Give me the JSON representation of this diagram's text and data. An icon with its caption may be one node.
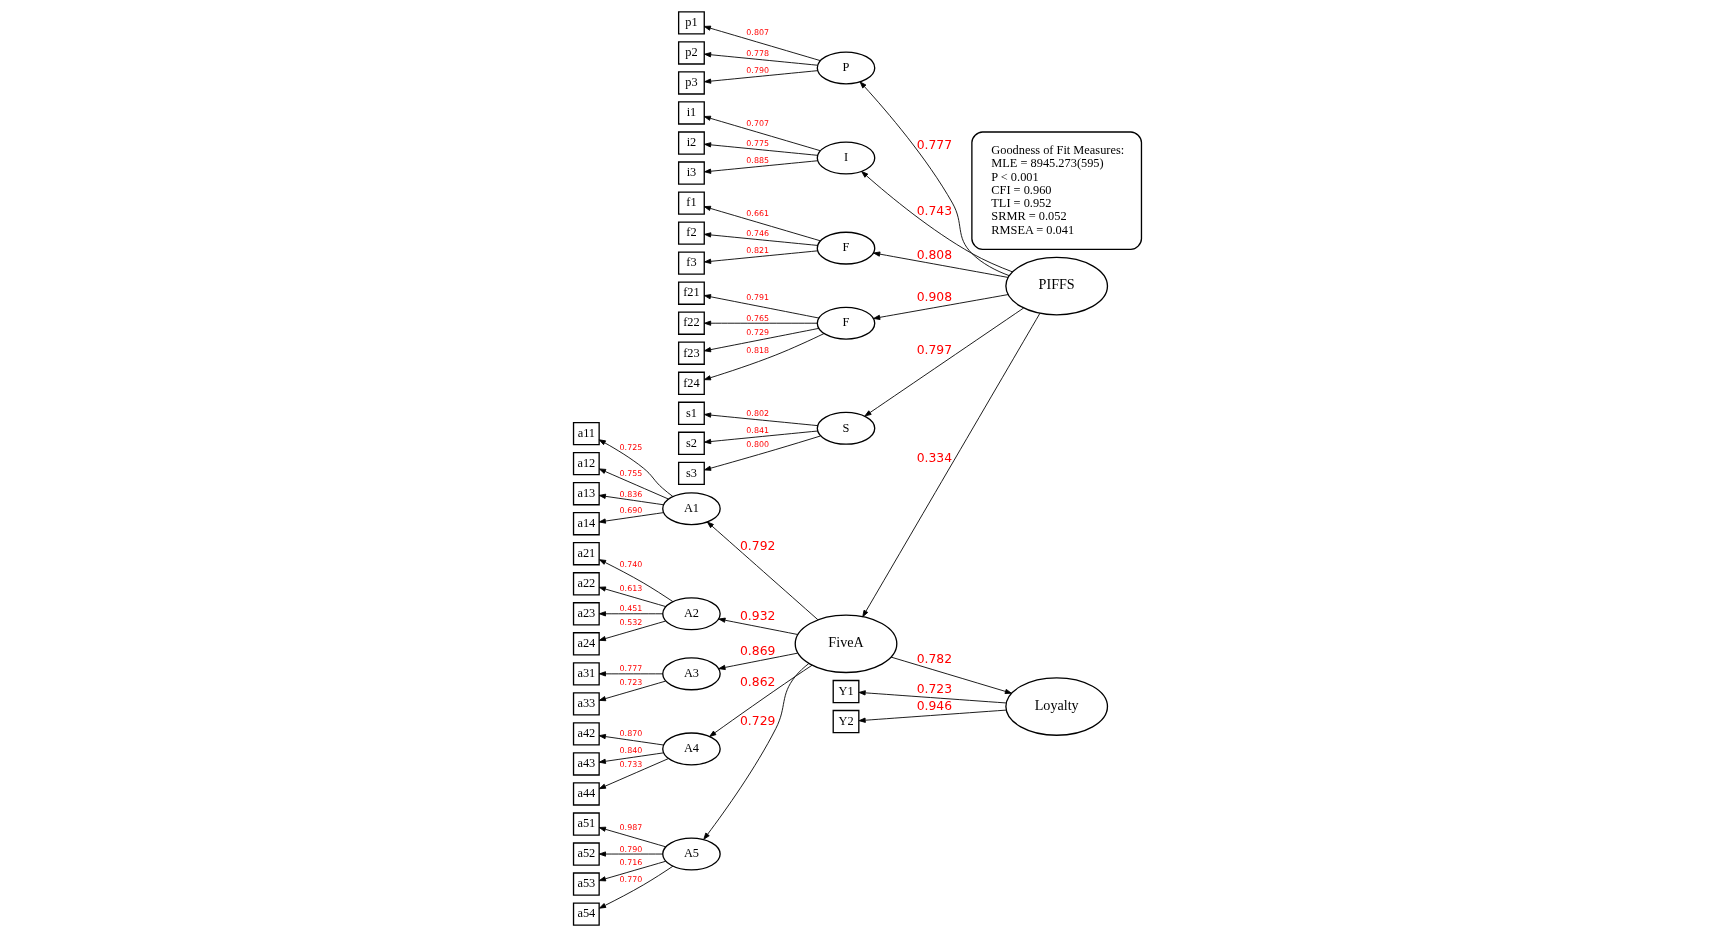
{
  "diagram": {
    "nodes": [
      {
        "text": [
          "p1"
        ]
      },
      {
        "text": [
          "p2"
        ]
      },
      {
        "text": [
          "p3"
        ]
      },
      {
        "text": [
          "i1"
        ]
      },
      {
        "text": [
          "i2"
        ]
      },
      {
        "text": [
          "i3"
        ]
      },
      {
        "text": [
          "f1"
        ]
      },
      {
        "text": [
          "f2"
        ]
      },
      {
        "text": [
          "f3"
        ]
      },
      {
        "text": [
          "f21"
        ]
      },
      {
        "text": [
          "f22"
        ]
      },
      {
        "text": [
          "f23"
        ]
      },
      {
        "text": [
          "f24"
        ]
      },
      {
        "text": [
          "s1"
        ]
      },
      {
        "text": [
          "s2"
        ]
      },
      {
        "text": [
          "s3"
        ]
      },
      {
        "text": [
          "P"
        ]
      },
      {
        "text": [
          "I"
        ]
      },
      {
        "text": [
          "F"
        ]
      },
      {
        "text": [
          "F"
        ]
      },
      {
        "text": [
          "S"
        ]
      },
      {
        "text": [
          "Goodness of Fit Measures:",
          "MLE = 8945.273(595)",
          "P < 0.001",
          "CFI = 0.960",
          "TLI = 0.952",
          "SRMR = 0.052",
          "RMSEA = 0.041"
        ]
      },
      {
        "text": [
          "a11"
        ]
      },
      {
        "text": [
          "a12"
        ]
      },
      {
        "text": [
          "a13"
        ]
      },
      {
        "text": [
          "a14"
        ]
      },
      {
        "text": [
          "A1"
        ]
      },
      {
        "text": [
          "a21"
        ]
      },
      {
        "text": [
          "a22"
        ]
      },
      {
        "text": [
          "a23"
        ]
      },
      {
        "text": [
          "a24"
        ]
      },
      {
        "text": [
          "A2"
        ]
      },
      {
        "text": [
          "a31"
        ]
      },
      {
        "text": [
          "a33"
        ]
      },
      {
        "text": [
          "A3"
        ]
      },
      {
        "text": [
          "PIFFS"
        ]
      },
      {
        "text": [
          "Y1"
        ]
      },
      {
        "text": [
          "FiveA"
        ]
      },
      {
        "text": [
          "Loyalty"
        ]
      },
      {
        "text": [
          "a42"
        ]
      },
      {
        "text": [
          "a43"
        ]
      },
      {
        "text": [
          "a44"
        ]
      },
      {
        "text": [
          "A4"
        ]
      },
      {
        "text": [
          "Y2"
        ]
      },
      {
        "text": [
          "a51"
        ]
      },
      {
        "text": [
          "a52"
        ]
      },
      {
        "text": [
          "a53"
        ]
      },
      {
        "text": [
          "a54"
        ]
      },
      {
        "text": [
          "A5"
        ]
      }
    ],
    "edges": [
      {
        "from": 16,
        "to": 0,
        "arrow": "to",
        "label": "0.807"
      },
      {
        "from": 16,
        "to": 1,
        "arrow": "to",
        "label": "0.778"
      },
      {
        "from": 16,
        "to": 2,
        "arrow": "to",
        "label": "0.790"
      },
      {
        "from": 17,
        "to": 3,
        "arrow": "to",
        "label": "0.707"
      },
      {
        "from": 17,
        "to": 4,
        "arrow": "to",
        "label": "0.775"
      },
      {
        "from": 17,
        "to": 5,
        "arrow": "to",
        "label": "0.885"
      },
      {
        "from": 18,
        "to": 6,
        "arrow": "to",
        "label": "0.661"
      },
      {
        "from": 18,
        "to": 7,
        "arrow": "to",
        "label": "0.746"
      },
      {
        "from": 18,
        "to": 8,
        "arrow": "to",
        "label": "0.821"
      },
      {
        "from": 19,
        "to": 9,
        "arrow": "to",
        "label": "0.791"
      },
      {
        "from": 19,
        "to": 10,
        "arrow": "to",
        "label": "0.765"
      },
      {
        "from": 19,
        "to": 11,
        "arrow": "to",
        "label": "0.729"
      },
      {
        "from": 19,
        "to": 12,
        "arrow": "to",
        "label": "0.818"
      },
      {
        "from": 20,
        "to": 13,
        "arrow": "to",
        "label": "0.802"
      },
      {
        "from": 20,
        "to": 14,
        "arrow": "to",
        "label": "0.841"
      },
      {
        "from": 20,
        "to": 15,
        "arrow": "to",
        "label": "0.800"
      },
      {
        "from": 35,
        "to": 16,
        "arrow": "to",
        "label": "0.777"
      },
      {
        "from": 35,
        "to": 17,
        "arrow": "to",
        "label": "0.743"
      },
      {
        "from": 35,
        "to": 18,
        "arrow": "to",
        "label": "0.808"
      },
      {
        "from": 35,
        "to": 19,
        "arrow": "to",
        "label": "0.908"
      },
      {
        "from": 35,
        "to": 20,
        "arrow": "to",
        "label": "0.797"
      },
      {
        "from": 35,
        "to": 37,
        "arrow": "to",
        "label": "0.334"
      },
      {
        "from": 37,
        "to": 26,
        "arrow": "to",
        "label": "0.792"
      },
      {
        "from": 37,
        "to": 31,
        "arrow": "to",
        "label": "0.932"
      },
      {
        "from": 37,
        "to": 34,
        "arrow": "to",
        "label": "0.869"
      },
      {
        "from": 37,
        "to": 42,
        "arrow": "to",
        "label": "0.862"
      },
      {
        "from": 37,
        "to": 48,
        "arrow": "to",
        "label": "0.729"
      },
      {
        "from": 26,
        "to": 22,
        "arrow": "to",
        "label": "0.725"
      },
      {
        "from": 26,
        "to": 23,
        "arrow": "to",
        "label": "0.755"
      },
      {
        "from": 26,
        "to": 24,
        "arrow": "to",
        "label": "0.836"
      },
      {
        "from": 26,
        "to": 25,
        "arrow": "to",
        "label": "0.690"
      },
      {
        "from": 31,
        "to": 27,
        "arrow": "to",
        "label": "0.740"
      },
      {
        "from": 31,
        "to": 28,
        "arrow": "to",
        "label": "0.613"
      },
      {
        "from": 31,
        "to": 29,
        "arrow": "to",
        "label": "0.451"
      },
      {
        "from": 31,
        "to": 30,
        "arrow": "to",
        "label": "0.532"
      },
      {
        "from": 34,
        "to": 32,
        "arrow": "to",
        "label": "0.777"
      },
      {
        "from": 34,
        "to": 33,
        "arrow": "to",
        "label": "0.723"
      },
      {
        "from": 42,
        "to": 39,
        "arrow": "to",
        "label": "0.870"
      },
      {
        "from": 42,
        "to": 40,
        "arrow": "to",
        "label": "0.840"
      },
      {
        "from": 42,
        "to": 41,
        "arrow": "to",
        "label": "0.733"
      },
      {
        "from": 48,
        "to": 44,
        "arrow": "to",
        "label": "0.987"
      },
      {
        "from": 48,
        "to": 45,
        "arrow": "to",
        "label": "0.790"
      },
      {
        "from": 48,
        "to": 46,
        "arrow": "to",
        "label": "0.716"
      },
      {
        "from": 48,
        "to": 47,
        "arrow": "to",
        "label": "0.770"
      },
      {
        "from": 37,
        "to": 38,
        "arrow": "to",
        "label": "0.782"
      },
      {
        "from": 38,
        "to": 36,
        "arrow": "to",
        "label": "0.723"
      },
      {
        "from": 38,
        "to": 43,
        "arrow": "to",
        "label": "0.946"
      }
    ]
  }
}
